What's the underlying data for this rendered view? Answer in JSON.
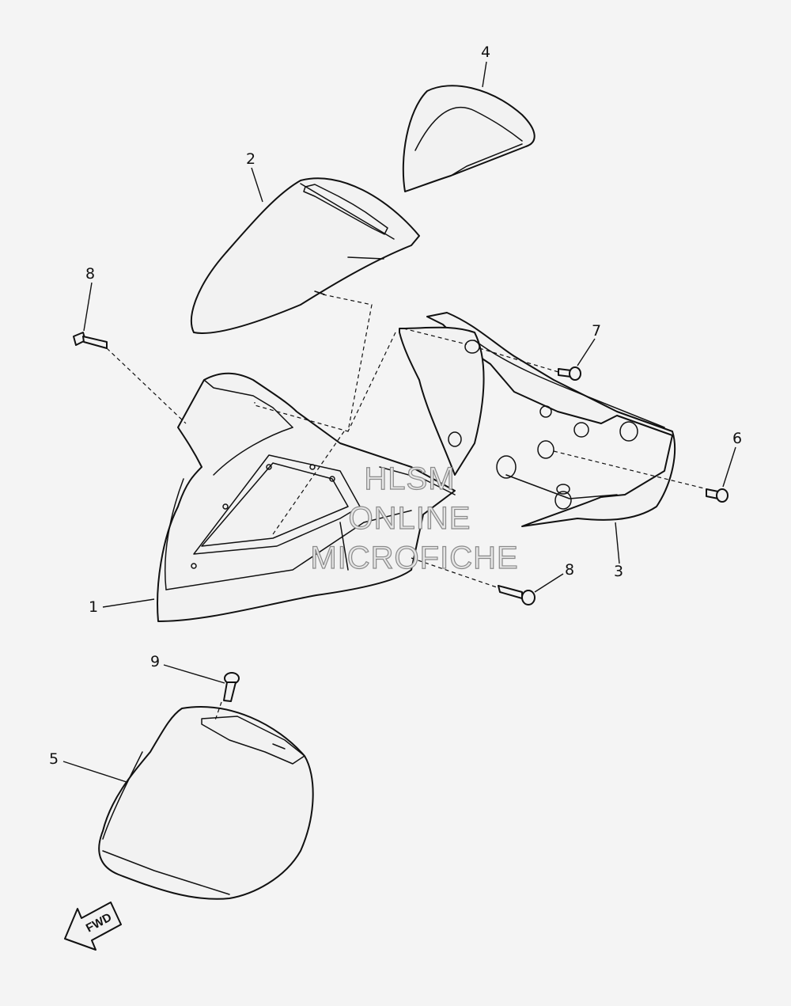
{
  "diagram": {
    "callouts": [
      {
        "id": "1",
        "label": "1"
      },
      {
        "id": "2",
        "label": "2"
      },
      {
        "id": "3",
        "label": "3"
      },
      {
        "id": "4",
        "label": "4"
      },
      {
        "id": "5",
        "label": "5"
      },
      {
        "id": "6",
        "label": "6"
      },
      {
        "id": "7",
        "label": "7"
      },
      {
        "id": "8a",
        "label": "8"
      },
      {
        "id": "8b",
        "label": "8"
      },
      {
        "id": "9",
        "label": "9"
      }
    ],
    "watermark": [
      "HLSM",
      "ONLINE",
      "MICROFICHE"
    ],
    "direction_label": "FWD"
  }
}
